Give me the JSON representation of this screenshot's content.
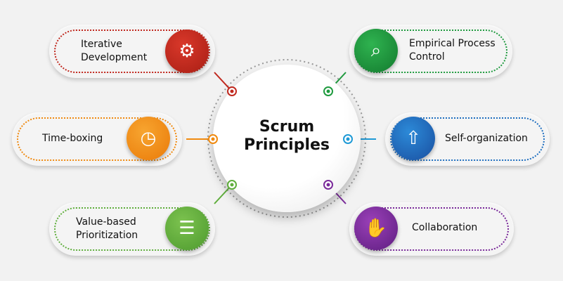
{
  "title": {
    "line1": "Scrum",
    "line2": "Principles"
  },
  "principles": [
    {
      "line1": "Iterative",
      "line2": "Development",
      "icon": "cycle-gear-icon",
      "color": "#c0281e"
    },
    {
      "line1": "Time-boxing",
      "line2": "",
      "icon": "clock-hourglass-icon",
      "color": "#f08a10"
    },
    {
      "line1": "Value-based",
      "line2": "Prioritization",
      "icon": "priority-list-icon",
      "color": "#5fae3c"
    },
    {
      "line1": "Empirical Process",
      "line2": "Control",
      "icon": "analytics-magnifier-icon",
      "color": "#1e9a3e"
    },
    {
      "line1": "Self-organization",
      "line2": "",
      "icon": "team-arrows-icon",
      "color": "#1f6fc0"
    },
    {
      "line1": "Collaboration",
      "line2": "",
      "icon": "handshake-team-icon",
      "color": "#7a2a9a"
    }
  ]
}
